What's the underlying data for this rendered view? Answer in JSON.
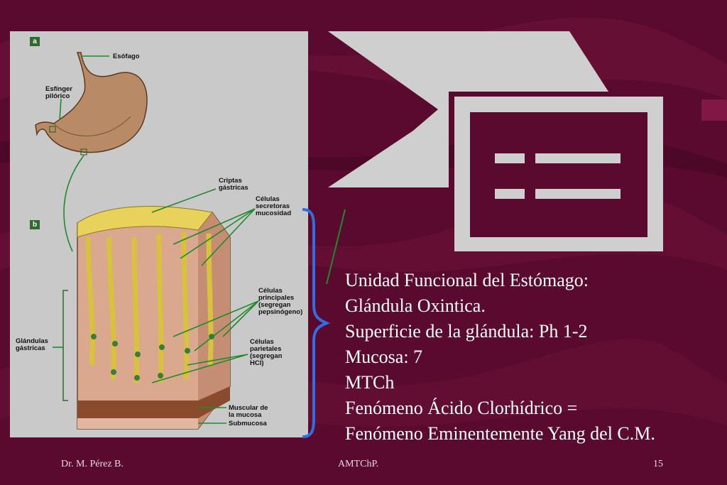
{
  "figure": {
    "panel_a": "a",
    "panel_b": "b",
    "labels": {
      "esofago": "Esófago",
      "esfinter": [
        "Esfínger",
        "pilórico"
      ],
      "criptas": [
        "Criptas",
        "gástricas"
      ],
      "celulas_mucosidad": [
        "Células",
        "secretoras",
        "mucosidad"
      ],
      "celulas_principales": [
        "Células",
        "principales",
        "(segregan",
        "pepsinógeno)"
      ],
      "celulas_parietales": [
        "Células",
        "parietales",
        "(segregan",
        "HCl)"
      ],
      "glandulas": [
        "Glándulas",
        "gástricas"
      ],
      "muscular": [
        "Muscular de",
        "la mucosa"
      ],
      "submucosa": "Submucosa"
    }
  },
  "content": {
    "lines": [
      "Unidad Funcional del Estómago:",
      "Glándula Oxintica.",
      "Superficie de la glándula: Ph 1-2",
      "Mucosa: 7",
      "MTCh",
      "Fenómeno Ácido Clorhídrico  =",
      "Fenómeno Eminentemente Yang del C.M."
    ]
  },
  "footer": {
    "author": "Dr. M. Pérez B.",
    "center": "AMTChP.",
    "page": "15"
  },
  "colors": {
    "background": "#5a0a2e",
    "logo": "#cfcfcf",
    "brace": "#2f6fe0",
    "arrow": "#1f8a2a"
  }
}
